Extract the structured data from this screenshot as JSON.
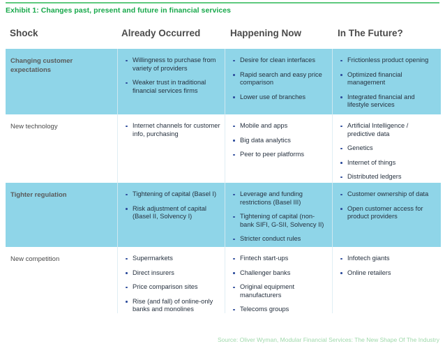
{
  "exhibit": {
    "title": "Exhibit 1: Changes past, present and future in financial services",
    "title_color": "#17a84a",
    "rule_color": "#5ec97e",
    "shaded_row_color": "#8fd5e8",
    "bullet_color": "#2c4b9b",
    "source": "Source: Oliver Wyman, Modular Financial Services: The New Shape Of The Industry"
  },
  "table": {
    "headers": [
      "Shock",
      "Already Occurred",
      "Happening Now",
      "In The Future?"
    ],
    "rows": [
      {
        "shock": "Changing customer expectations",
        "shaded": true,
        "already_occurred": [
          "Willingness to purchase from variety of providers",
          "Weaker trust in traditional financial services firms"
        ],
        "happening_now": [
          "Desire for clean interfaces",
          "Rapid search and easy price comparison",
          "Lower use of branches"
        ],
        "in_the_future": [
          "Frictionless product opening",
          "Optimized financial management",
          "Integrated financial and lifestyle services"
        ]
      },
      {
        "shock": "New technology",
        "shaded": false,
        "already_occurred": [
          "Internet channels for customer info, purchasing"
        ],
        "happening_now": [
          "Mobile and apps",
          "Big data analytics",
          "Peer to peer platforms"
        ],
        "in_the_future": [
          "Artificial Intelligence / predictive data",
          "Genetics",
          "Internet of things",
          "Distributed ledgers"
        ]
      },
      {
        "shock": "Tighter regulation",
        "shaded": true,
        "already_occurred": [
          "Tightening of capital (Basel I)",
          "Risk adjustment of capital (Basel II, Solvency I)"
        ],
        "happening_now": [
          "Leverage and funding restrictions (Basel III)",
          "Tightening of capital (non-bank SIFI, G-SII, Solvency II)",
          "Stricter conduct rules"
        ],
        "in_the_future": [
          "Customer ownership of data",
          "Open customer access for product providers"
        ]
      },
      {
        "shock": "New competition",
        "shaded": false,
        "already_occurred": [
          "Supermarkets",
          "Direct insurers",
          "Price comparison sites",
          "Rise (and fall) of online-only banks and monolines"
        ],
        "happening_now": [
          "Fintech start-ups",
          "Challenger banks",
          "Original equipment manufacturers",
          "Telecoms groups"
        ],
        "in_the_future": [
          "Infotech giants",
          "Online retailers"
        ]
      }
    ]
  }
}
